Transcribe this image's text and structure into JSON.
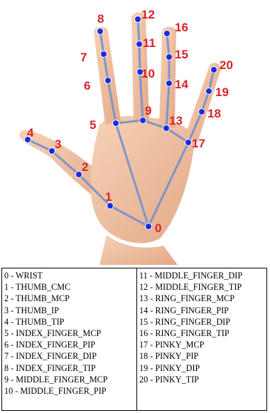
{
  "colors": {
    "skin": "#f0c6a8",
    "skin_shadow": "#d99d7d",
    "bone": "#7f95c8",
    "keypoint": "#1b2be0",
    "label": "#d8232a"
  },
  "keypoints": [
    {
      "id": "0"
    },
    {
      "id": "1"
    },
    {
      "id": "2"
    },
    {
      "id": "3"
    },
    {
      "id": "4"
    },
    {
      "id": "5"
    },
    {
      "id": "6"
    },
    {
      "id": "7"
    },
    {
      "id": "8"
    },
    {
      "id": "9"
    },
    {
      "id": "10"
    },
    {
      "id": "11"
    },
    {
      "id": "12"
    },
    {
      "id": "13"
    },
    {
      "id": "14"
    },
    {
      "id": "15"
    },
    {
      "id": "16"
    },
    {
      "id": "17"
    },
    {
      "id": "18"
    },
    {
      "id": "19"
    },
    {
      "id": "20"
    }
  ],
  "connections": [
    [
      "0",
      "1"
    ],
    [
      "1",
      "2"
    ],
    [
      "2",
      "3"
    ],
    [
      "3",
      "4"
    ],
    [
      "0",
      "5"
    ],
    [
      "5",
      "6"
    ],
    [
      "6",
      "7"
    ],
    [
      "7",
      "8"
    ],
    [
      "5",
      "9"
    ],
    [
      "9",
      "10"
    ],
    [
      "10",
      "11"
    ],
    [
      "11",
      "12"
    ],
    [
      "9",
      "13"
    ],
    [
      "13",
      "14"
    ],
    [
      "14",
      "15"
    ],
    [
      "15",
      "16"
    ],
    [
      "13",
      "17"
    ],
    [
      "0",
      "17"
    ],
    [
      "17",
      "18"
    ],
    [
      "18",
      "19"
    ],
    [
      "19",
      "20"
    ]
  ],
  "legend": {
    "left": [
      "0 - WRIST",
      "1 - THUMB_CMC",
      "2 - THUMB_MCP",
      "3 - THUMB_IP",
      "4 - THUMB_TIP",
      "5 - INDEX_FINGER_MCP",
      "6 - INDEX_FINGER_PIP",
      "7 - INDEX_FINGER_DIP",
      "8 - INDEX_FINGER_TIP",
      "9 - MIDDLE_FINGER_MCP",
      "10 - MIDDLE_FINGER_PIP"
    ],
    "right": [
      "11 - MIDDLE_FINGER_DIP",
      "12 - MIDDLE_FINGER_TIP",
      "13 - RING_FINGER_MCP",
      "14 - RING_FINGER_PIP",
      "15 - RING_FINGER_DIP",
      "16 - RING_FINGER_TIP",
      "17 - PINKY_MCP",
      "18 - PINKY_PIP",
      "19 - PINKY_DIP",
      "20 - PINKY_TIP"
    ]
  }
}
